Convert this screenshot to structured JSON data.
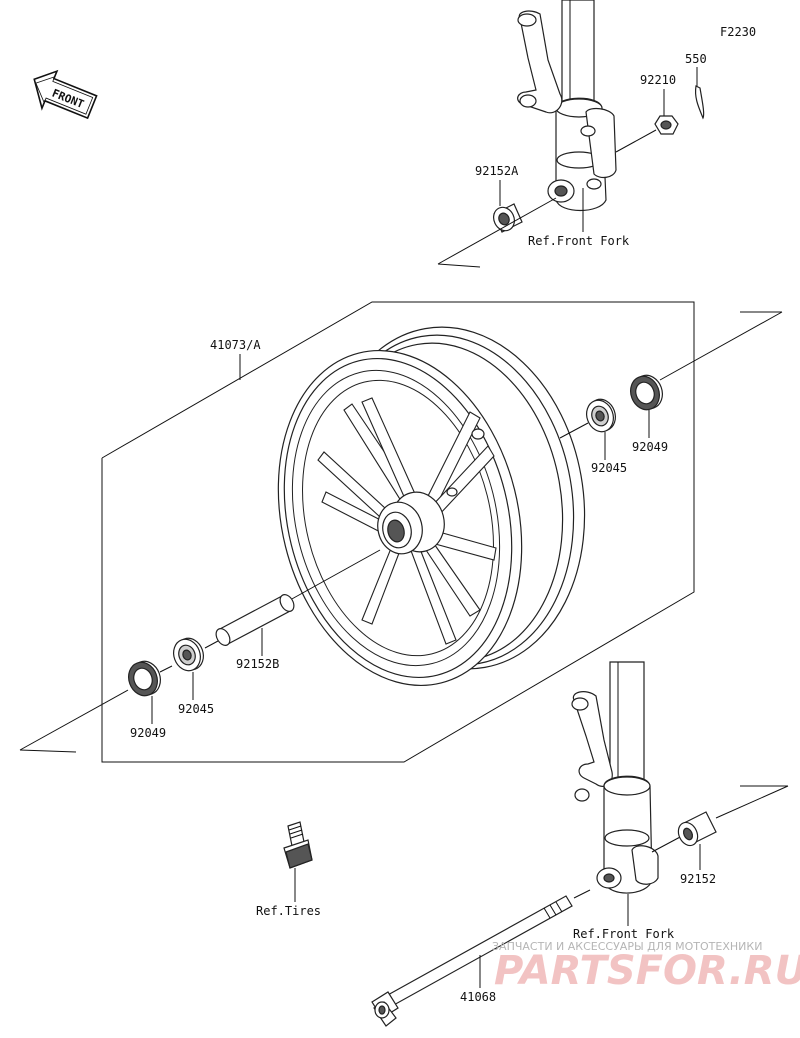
{
  "diagram": {
    "code": "F2230",
    "front_label": "FRONT",
    "labels": {
      "p550": "550",
      "p92210": "92210",
      "p92152A": "92152A",
      "ref_front_fork_top": "Ref.Front Fork",
      "p41073A": "41073/A",
      "p92045_right": "92045",
      "p92049_right": "92049",
      "p92152B": "92152B",
      "p92045_left": "92045",
      "p92049_left": "92049",
      "p92152": "92152",
      "ref_tires": "Ref.Tires",
      "ref_front_fork_bottom": "Ref.Front Fork",
      "p41068": "41068"
    }
  },
  "watermark": {
    "tagline": "ЗАПЧАСТИ И АКСЕССУАРЫ ДЛЯ МОТОТЕХНИКИ",
    "brand": "PARTSFOR.RU"
  }
}
